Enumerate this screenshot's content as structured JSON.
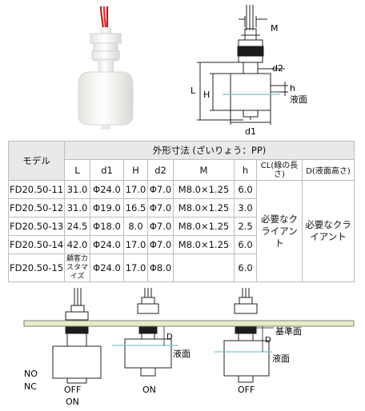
{
  "drawing_top": {
    "label_M": "M",
    "label_d2": "d2",
    "label_h": "h",
    "label_L": "L",
    "label_H": "H",
    "label_d1": "d1",
    "label_liquid": "液面"
  },
  "table": {
    "model_header": "モデル",
    "dims_header": "外形寸法 (ざいりょう：PP)",
    "cols": [
      "L",
      "d1",
      "H",
      "d2",
      "M",
      "h"
    ],
    "cl_header": "CL(線の長さ)",
    "d_header": "D(液面高さ)",
    "rows": [
      {
        "model": "FD20.50-11",
        "L": "31.0",
        "d1": "Φ24.0",
        "H": "17.0",
        "d2": "Φ7.0",
        "M": "M8.0×1.25",
        "h": "6.0"
      },
      {
        "model": "FD20.50-12",
        "L": "31.0",
        "d1": "Φ19.0",
        "H": "16.5",
        "d2": "Φ7.0",
        "M": "M8.0×1.25",
        "h": "3.0"
      },
      {
        "model": "FD20.50-13",
        "L": "24.5",
        "d1": "Φ18.0",
        "H": "8.0",
        "d2": "Φ7.0",
        "M": "M8.0×1.25",
        "h": "2.5"
      },
      {
        "model": "FD20.50-14",
        "L": "42.0",
        "d1": "Φ24.0",
        "H": "17.0",
        "d2": "Φ7.0",
        "M": "M8.0×1.25",
        "h": "6.0"
      },
      {
        "model": "FD20.50-15",
        "L": "顧客カスタマイズ",
        "d1": "Φ24.0",
        "H": "17.0",
        "d2": "Φ8.0",
        "M": "",
        "h": "6.0"
      }
    ],
    "cl_value": "必要なクライアント",
    "d_value": "必要なクライアント"
  },
  "bottom": {
    "base_label": "基準面",
    "liquid1": "液面",
    "liquid2": "液面",
    "D1": "D",
    "D2": "D",
    "no": "NO",
    "nc": "NC",
    "s1_top": "OFF",
    "s1_bot": "ON",
    "s2": "ON",
    "s3": "OFF"
  },
  "colors": {
    "header_bg": "#e9e9e9",
    "plate": "#e6edc4",
    "liquid_line": "#7fc3cf",
    "wire_red": "#d32020"
  }
}
